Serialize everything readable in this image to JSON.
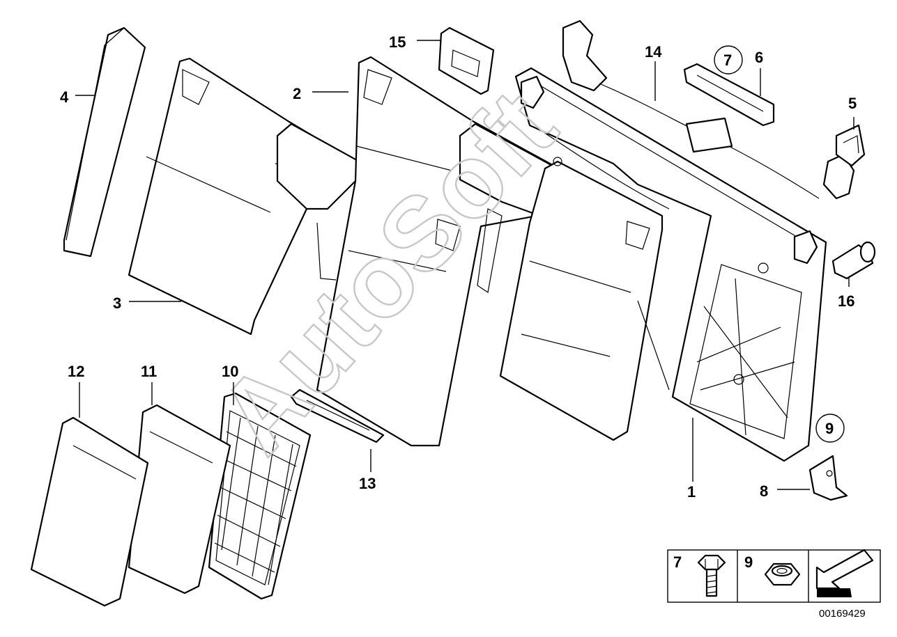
{
  "diagram": {
    "watermark": "AutoSoft",
    "part_callouts": [
      "1",
      "2",
      "3",
      "4",
      "5",
      "6",
      "7",
      "8",
      "9",
      "10",
      "11",
      "12",
      "13",
      "14",
      "15",
      "16"
    ],
    "legend": {
      "item_a_number": "7",
      "item_a_icon": "hex-bolt-icon",
      "item_b_number": "9",
      "item_b_icon": "hex-nut-icon",
      "direction_icon": "arrow-icon"
    },
    "document_number": "00169429"
  }
}
